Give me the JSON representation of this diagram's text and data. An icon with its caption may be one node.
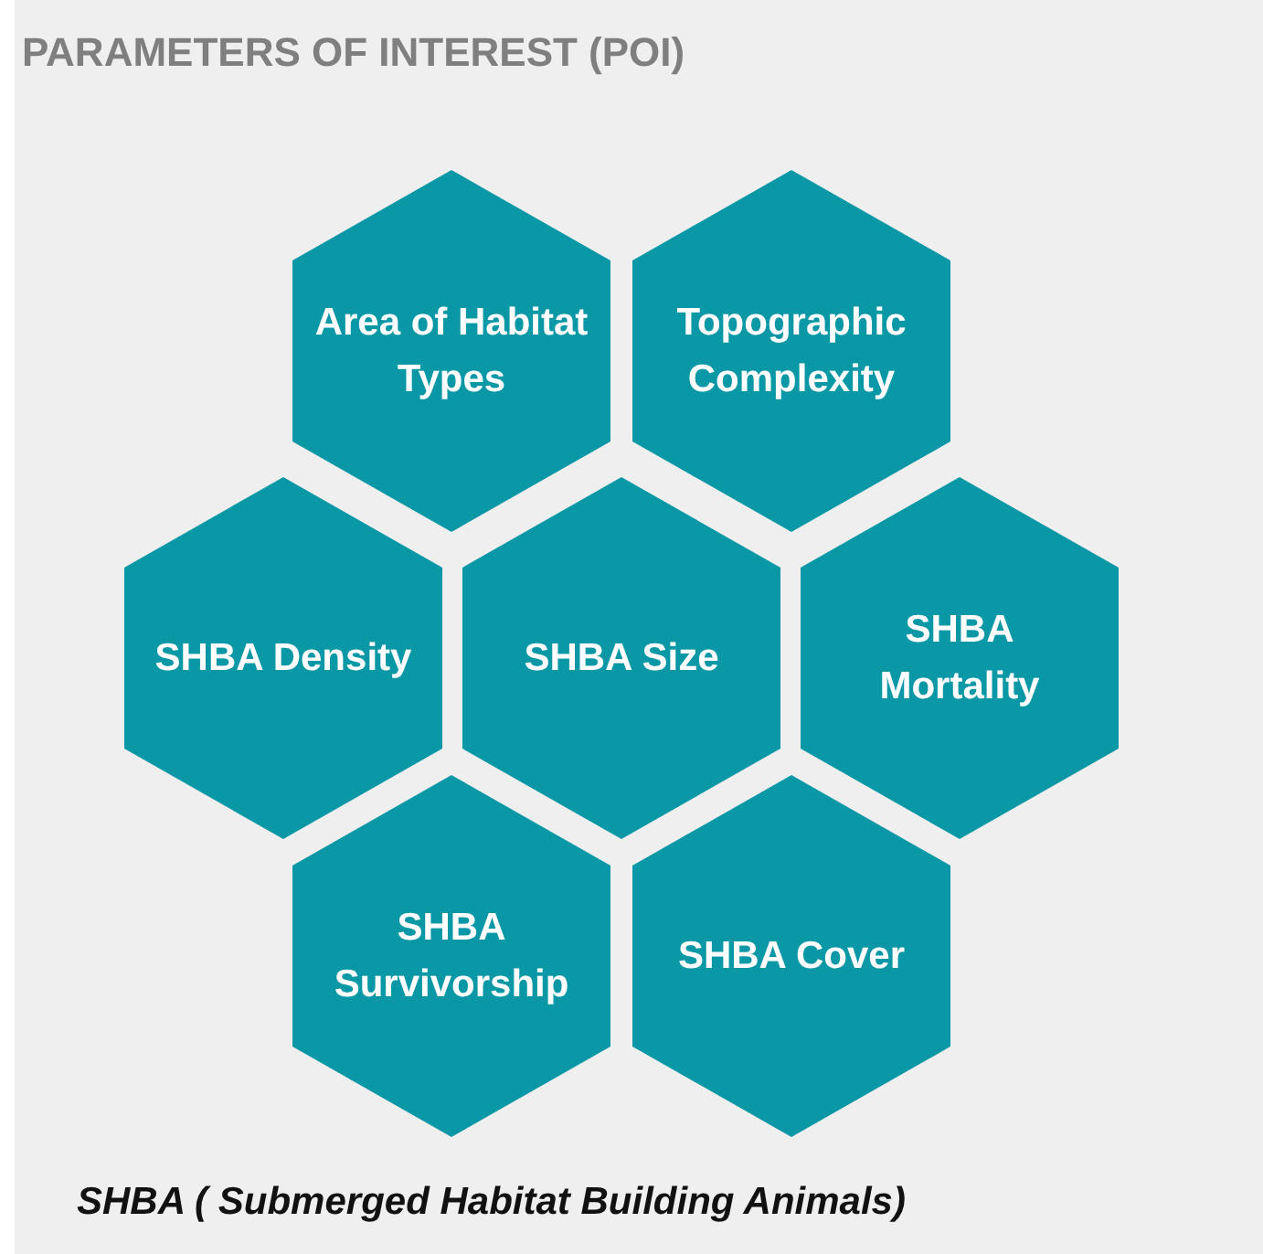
{
  "diagram": {
    "title": "PARAMETERS OF INTEREST (POI)",
    "caption": "SHBA ( Submerged Habitat Building Animals)",
    "nodes": [
      {
        "text": [
          "Area of Habitat Types"
        ]
      },
      {
        "text": [
          "Topographic Complexity"
        ]
      },
      {
        "text": [
          "SHBA Density"
        ]
      },
      {
        "text": [
          "SHBA Size"
        ]
      },
      {
        "text": [
          "SHBA Mortality"
        ]
      },
      {
        "text": [
          "SHBA Survivorship"
        ]
      },
      {
        "text": [
          "SHBA Cover"
        ]
      }
    ]
  }
}
